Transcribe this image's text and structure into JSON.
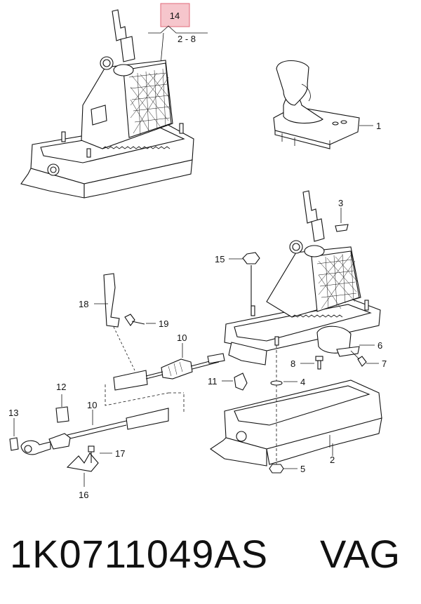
{
  "highlight_ref": "14",
  "page_ref": "2 - 8",
  "callouts": {
    "c1": "1",
    "c2": "2",
    "c3": "3",
    "c4": "4",
    "c5": "5",
    "c6": "6",
    "c7": "7",
    "c8": "8",
    "c10a": "10",
    "c10b": "10",
    "c11": "11",
    "c12": "12",
    "c13": "13",
    "c15": "15",
    "c16": "16",
    "c17": "17",
    "c18": "18",
    "c19": "19"
  },
  "footer": {
    "part_number": "1K0711049AS",
    "brand": "VAG"
  },
  "colors": {
    "highlight_fill": "#f6c6cc",
    "highlight_stroke": "#e06a7a"
  }
}
